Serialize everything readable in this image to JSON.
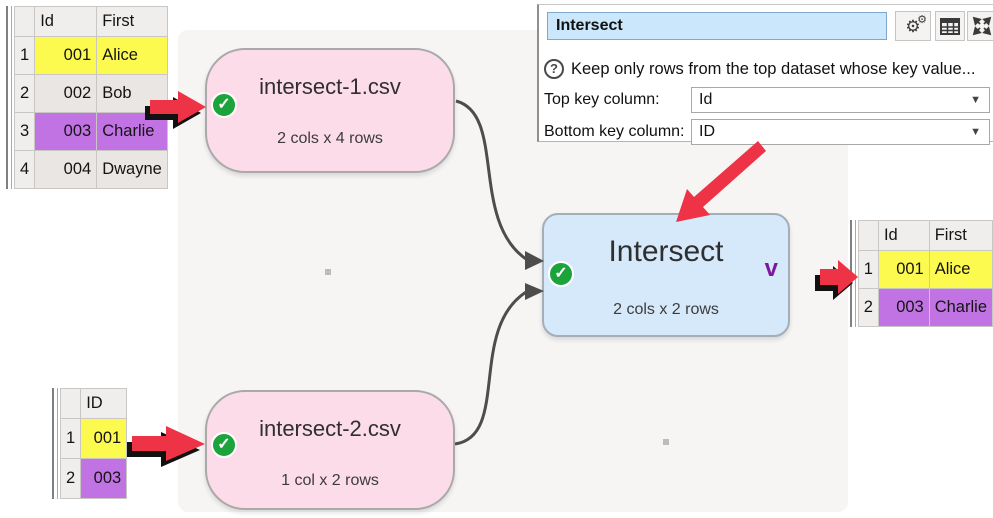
{
  "glyphs": {
    "check": "✓",
    "question": "?",
    "combo_arrow": "▼",
    "gear": "⚙"
  },
  "colors": {
    "highlight_yellow": "#fcfa4f",
    "highlight_purple": "#c173e4",
    "node_pink": "#fbdce8",
    "node_blue": "#d6e9fa",
    "status_green": "#1ca33b",
    "arrow_red": "#ee3347",
    "chevron_purple": "#7d189c"
  },
  "panel": {
    "title_value": "Intersect",
    "description": "Keep only rows from the top dataset whose key value...",
    "top_key_label": "Top key column:",
    "top_key_value": "Id",
    "bottom_key_label": "Bottom key column:",
    "bottom_key_value": "ID"
  },
  "nodes": {
    "input1": {
      "title": "intersect-1.csv",
      "subtitle": "2 cols x 4 rows"
    },
    "input2": {
      "title": "intersect-2.csv",
      "subtitle": "1 col x 2 rows"
    },
    "transform": {
      "title": "Intersect",
      "subtitle": "2 cols x 2 rows",
      "chevron": "v"
    }
  },
  "tables": {
    "source1": {
      "headers": [
        "Id",
        "First"
      ],
      "rows": [
        {
          "n": "1",
          "id": "001",
          "first": "Alice",
          "hl": "yellow"
        },
        {
          "n": "2",
          "id": "002",
          "first": "Bob",
          "hl": "none"
        },
        {
          "n": "3",
          "id": "003",
          "first": "Charlie",
          "hl": "purple"
        },
        {
          "n": "4",
          "id": "004",
          "first": "Dwayne",
          "hl": "none"
        }
      ]
    },
    "source2": {
      "headers": [
        "ID"
      ],
      "rows": [
        {
          "n": "1",
          "id": "001",
          "hl": "yellow"
        },
        {
          "n": "2",
          "id": "003",
          "hl": "purple"
        }
      ]
    },
    "result": {
      "headers": [
        "Id",
        "First"
      ],
      "rows": [
        {
          "n": "1",
          "id": "001",
          "first": "Alice",
          "hl": "yellow"
        },
        {
          "n": "2",
          "id": "003",
          "first": "Charlie",
          "hl": "purple"
        }
      ]
    }
  }
}
